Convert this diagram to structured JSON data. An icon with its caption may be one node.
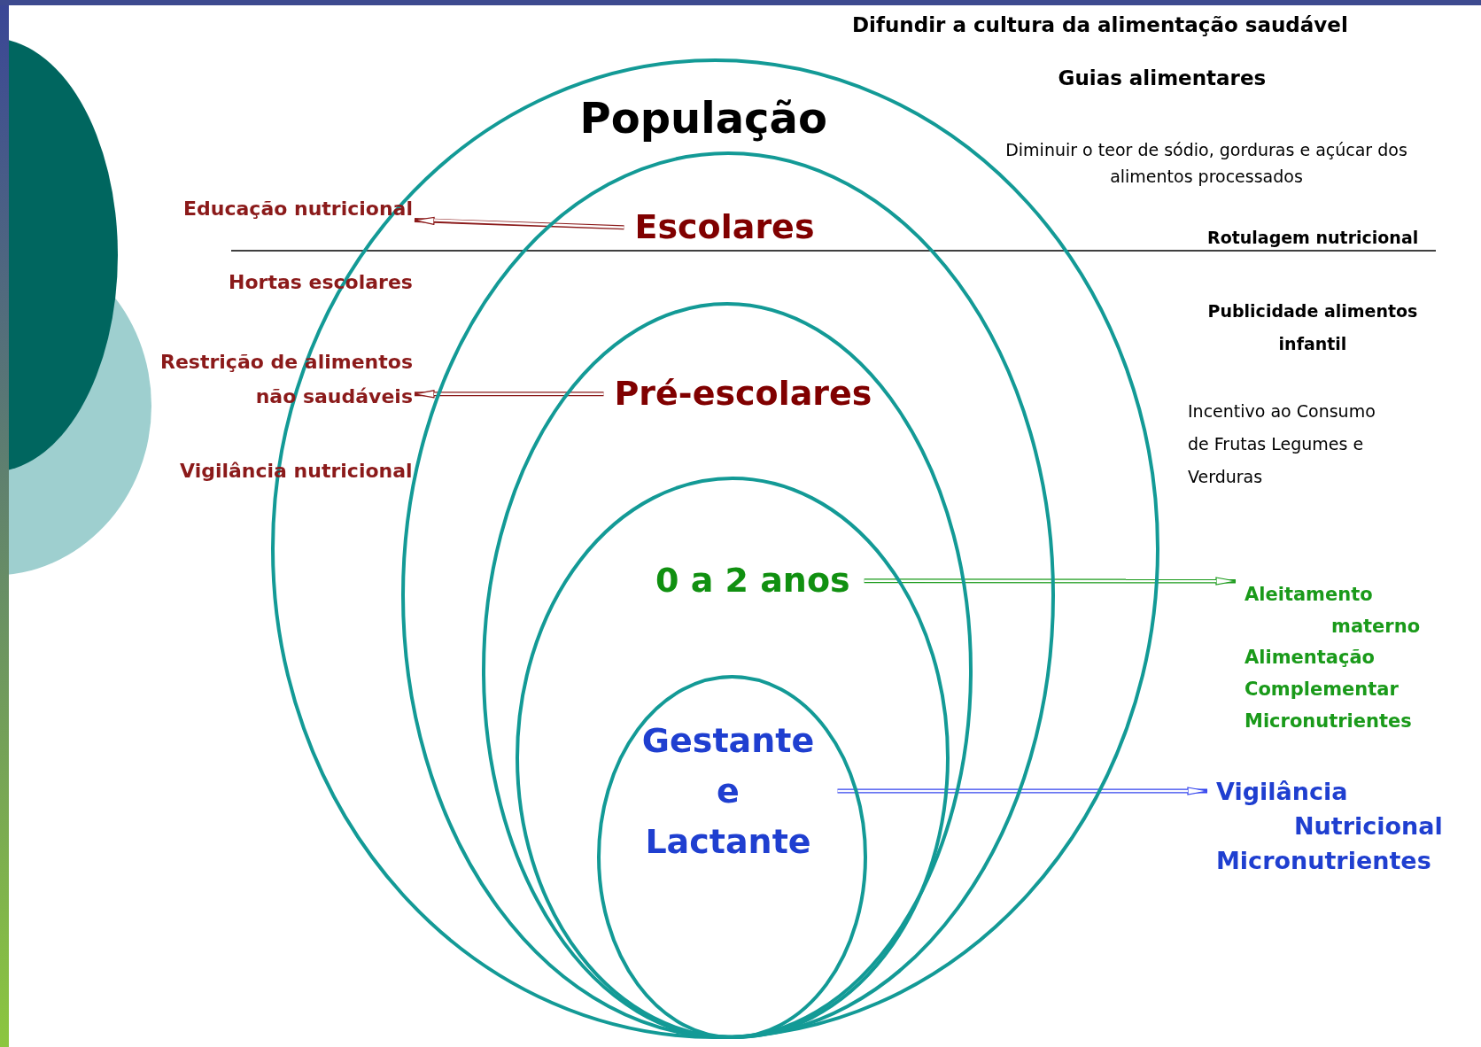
{
  "diagram": {
    "nodes": [
      {
        "text": [
          "População"
        ]
      },
      {
        "text": [
          "Escolares"
        ],
        "in": 0
      },
      {
        "text": [
          "Pré-escolares"
        ],
        "in": 1
      },
      {
        "text": [
          "0 a 2 anos"
        ],
        "in": 2
      },
      {
        "text": [
          "Gestante e Lactante"
        ],
        "in": 3
      },
      {
        "text": [
          "Educação nutricional"
        ]
      },
      {
        "text": [
          "Restrição de alimentos não saudáveis"
        ]
      },
      {
        "text": [
          "Aleitamento materno",
          "Alimentação Complementar",
          "Micronutrientes"
        ]
      },
      {
        "text": [
          "Vigilância Nutricional",
          "Micronutrientes"
        ]
      }
    ],
    "edges": [
      {
        "from": 1,
        "to": 5,
        "arrow": "to"
      },
      {
        "from": 2,
        "to": 6,
        "arrow": "to"
      },
      {
        "from": 3,
        "to": 7,
        "arrow": "to",
        "color": "#1a9a1a"
      },
      {
        "from": 4,
        "to": 8,
        "arrow": "to",
        "color": "#3344ee"
      }
    ],
    "labels": [
      "Difundir a cultura da alimentação saudável",
      "Guias alimentares",
      "Diminuir o teor de sódio, gorduras e açúcar dos alimentos processados",
      "Rotulagem nutricional",
      "Hortas escolares",
      "Publicidade alimentos infantil",
      "Incentivo ao Consumo de Frutas Legumes e Verduras",
      "Vigilância nutricional"
    ]
  }
}
